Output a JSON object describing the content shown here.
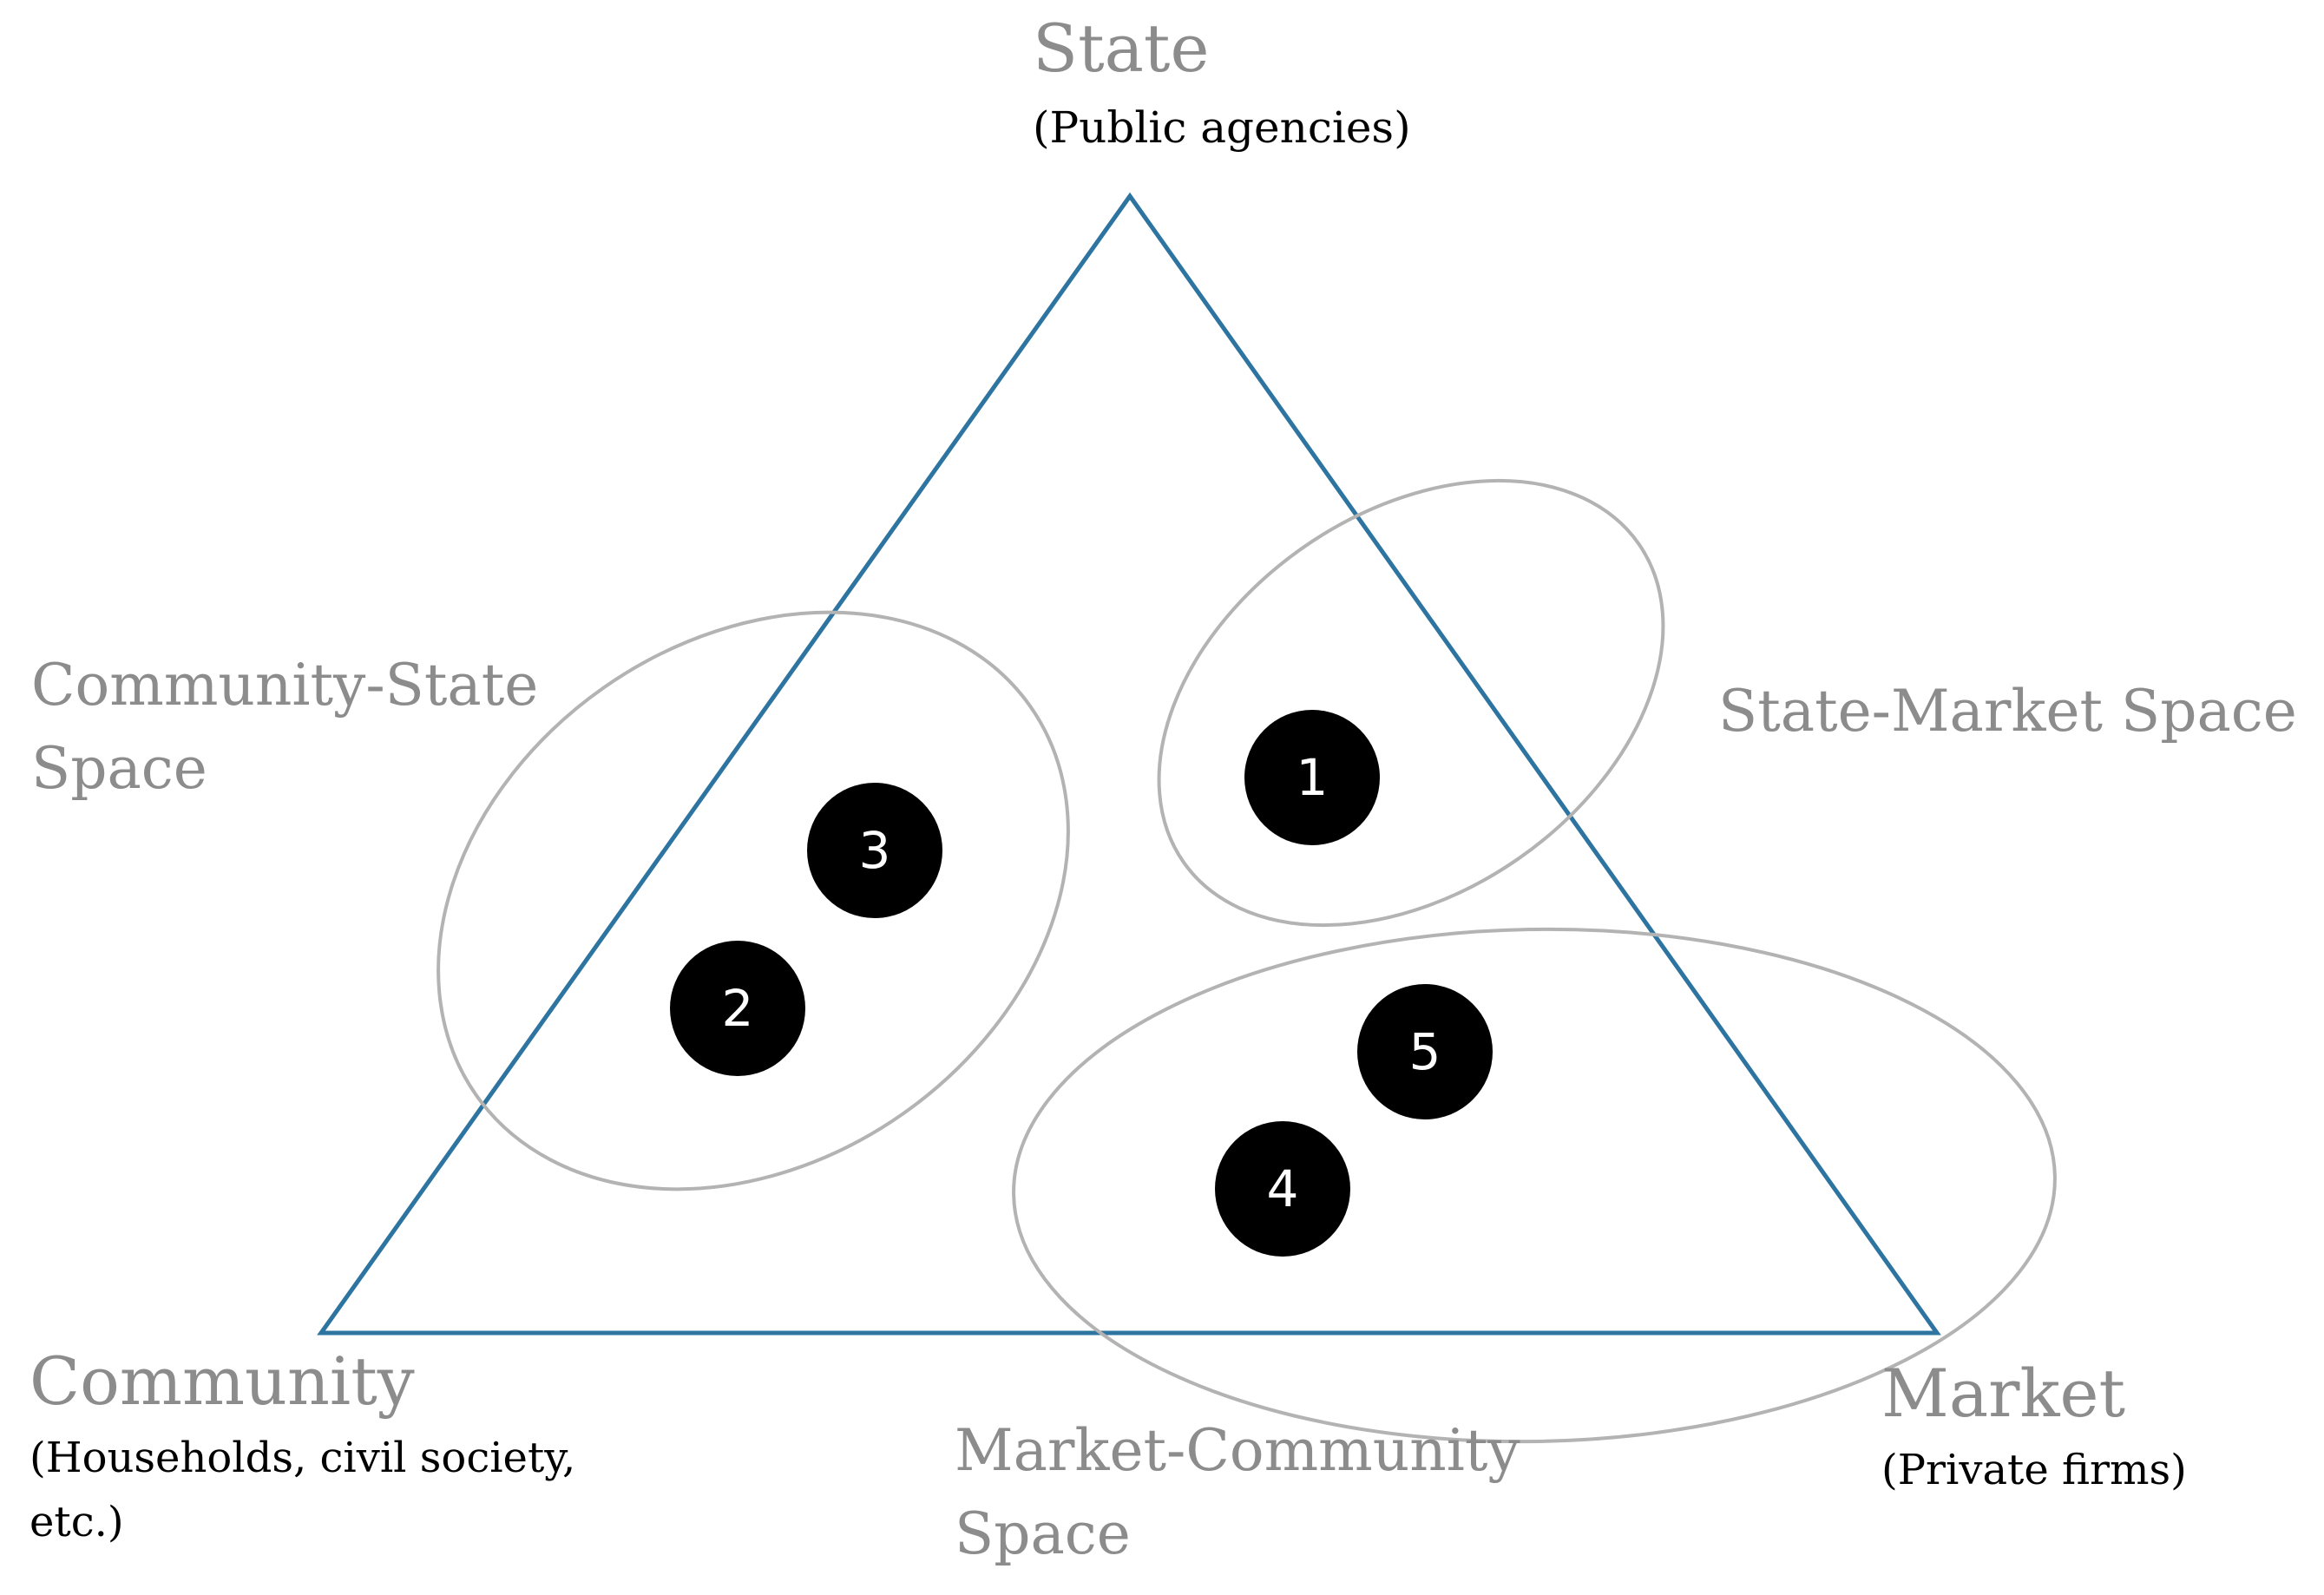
{
  "colors": {
    "triangle": "#2e74a0",
    "ellipse": "#b3b3b3",
    "gray_text": "#8c8c8c",
    "marker": "#000000",
    "marker_text": "#ffffff"
  },
  "vertices": {
    "state": {
      "title": "State",
      "subtitle": "(Public agencies)"
    },
    "community": {
      "title": "Community",
      "subtitle_line1": "(Households, civil society,",
      "subtitle_line2": "etc.)"
    },
    "market": {
      "title": "Market",
      "subtitle": "(Private firms)"
    }
  },
  "spaces": {
    "community_state": {
      "line1": "Community-State",
      "line2": "Space"
    },
    "state_market": {
      "line1": "State-Market Space"
    },
    "market_community": {
      "line1": "Market-Community",
      "line2": "Space"
    }
  },
  "markers": [
    {
      "label": "1"
    },
    {
      "label": "2"
    },
    {
      "label": "3"
    },
    {
      "label": "4"
    },
    {
      "label": "5"
    }
  ]
}
